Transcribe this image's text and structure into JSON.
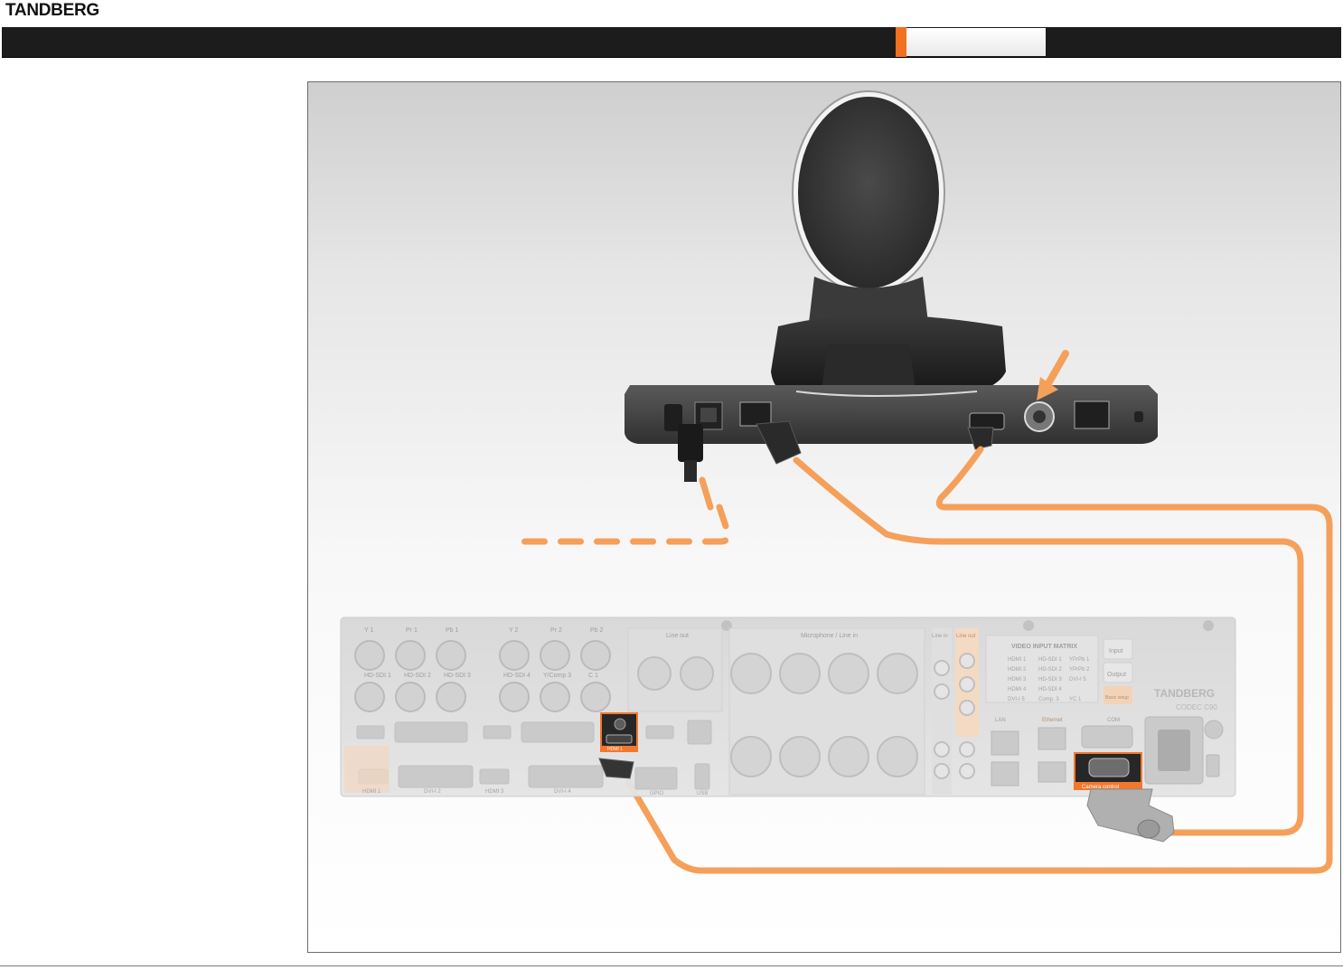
{
  "header": {
    "brand": "TANDBERG",
    "active_tab_label": ""
  },
  "colors": {
    "accent": "#f37021",
    "cable": "#f5a05a",
    "bar": "#1c1c1c"
  },
  "camera": {
    "ports": [
      "power-connector",
      "rs232-jack",
      "camera-control-port",
      "hdmi-out",
      "bnc-hdsdi",
      "ethernet"
    ]
  },
  "codec": {
    "brand": "TANDBERG",
    "model": "CODEC C90",
    "highlighted_ports": [
      {
        "name": "hdmi-1-output",
        "label": "HDMI 1"
      },
      {
        "name": "camera-control",
        "label": "Camera control"
      }
    ],
    "matrix": {
      "title": "VIDEO INPUT MATRIX",
      "rows": [
        [
          "HDMI 1",
          "HD-SDI 1",
          "YPrPb 1"
        ],
        [
          "HDMI 2",
          "HD-SDI 2",
          "YPrPb 2"
        ],
        [
          "HDMI 3",
          "HD-SDI 3",
          "DVI-I 5"
        ],
        [
          "HDMI 4",
          "HD-SDI 4",
          ""
        ],
        [
          "DVI-I 5",
          "Comp. 3",
          "YC 1"
        ]
      ]
    },
    "side_buttons": [
      "Input",
      "Output"
    ],
    "side_box": "Basic setup",
    "section_labels": [
      "Line out",
      "Microphone / Line in",
      "Line in",
      "Line out",
      "LAN",
      "Ethernet",
      "COM"
    ],
    "lower_labels": [
      "HDMI 1",
      "DVI-I 2",
      "HDMI 3",
      "DVI-I 4",
      "GPIO",
      "USB"
    ],
    "top_labels": [
      "Y 1",
      "Pr 1",
      "Pb 1",
      "Y 2",
      "Pr 2",
      "Pb 2",
      "HD-SDI 1",
      "HD-SDI 2",
      "HD-SDI 3",
      "HD-SDI 4",
      "Y/Comp 3",
      "C 1"
    ]
  }
}
